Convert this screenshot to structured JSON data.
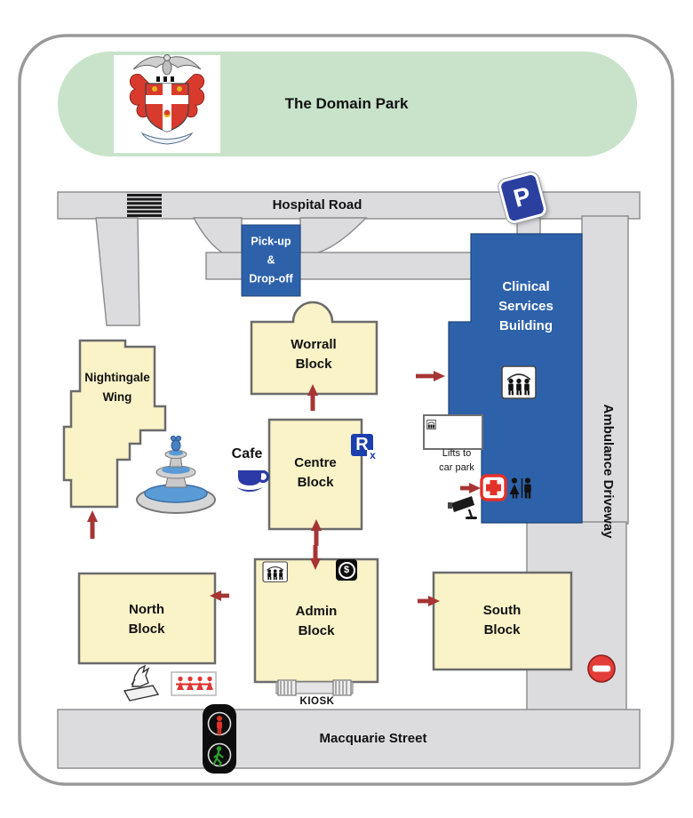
{
  "page": {
    "title": "The Domain Park"
  },
  "roads": {
    "hospital_road": "Hospital Road",
    "macquarie_street": "Macquarie Street",
    "ambulance_driveway": "Ambulance Driveway"
  },
  "buildings": {
    "clinical_services": "Clinical\nServices\nBuilding",
    "nightingale": "Nightingale\nWing",
    "worrall": "Worrall\nBlock",
    "centre": "Centre\nBlock",
    "north": "North\nBlock",
    "admin": "Admin\nBlock",
    "south": "South\nBlock"
  },
  "labels": {
    "pickup_dropoff": "Pick-up\n&\nDrop-off",
    "cafe": "Cafe",
    "kiosk": "KIOSK",
    "lifts_to_car_park": "Lifts to\ncar park"
  },
  "icons": {
    "parking": "P",
    "pharmacy_r": "R",
    "pharmacy_x": "x",
    "atm_dollar": "$"
  },
  "icon_names": [
    "hospital-crest",
    "parking-sign",
    "pedestrian-crossing",
    "lift",
    "pharmacy-rx",
    "first-aid",
    "toilets",
    "cctv-camera",
    "no-entry",
    "traffic-light",
    "fountain",
    "statue",
    "playground-family",
    "coffee-cup",
    "atm-dollar",
    "entrance-arrow"
  ],
  "colors": {
    "banner_green": "#c8e3c9",
    "building_blue": "#2d62ab",
    "block_cream": "#faf3c8",
    "road_gray": "#dcdcdf",
    "arrow_red": "#a63534",
    "alert_red": "#e23b30",
    "walk_green": "#2fa030",
    "sign_blue": "#2b3f9f"
  }
}
